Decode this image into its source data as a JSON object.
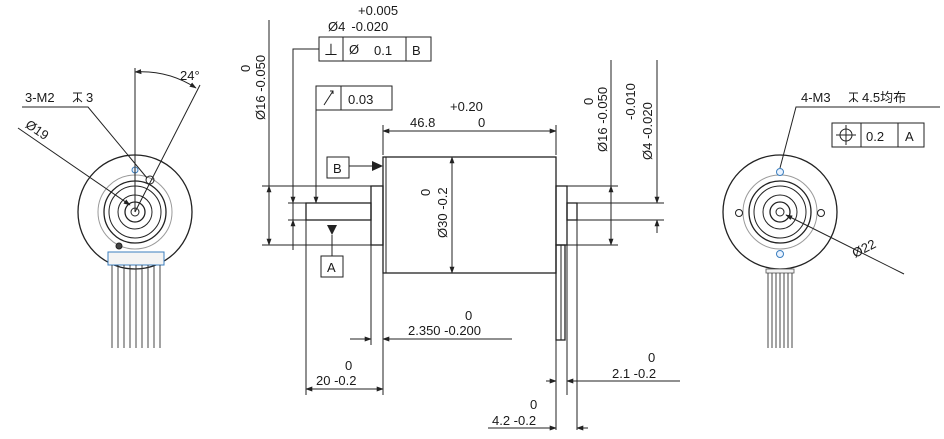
{
  "left_view": {
    "thread_label": "3-M2",
    "thread_depth": "3",
    "angle_label": "24°",
    "diameter_label": "19"
  },
  "center_view": {
    "flatness_symbol": "⊥",
    "flatness_dia": "Ø",
    "flatness_value": "0.1",
    "flatness_datum": "B",
    "runout_value": "0.03",
    "datum_b": "B",
    "datum_a": "A",
    "shaft_dia_tol_upper": "+0.005",
    "shaft_dia_nominal": "4",
    "shaft_dia_tol_lower": "-0.020",
    "boss_dia_upper": "0",
    "boss_dia_value": "16 -0.050",
    "body_length_upper": "+0.20",
    "body_length_value": "46.8",
    "body_length_lower": "0",
    "body_dia_upper": "0",
    "body_dia_value": "30 -0.2",
    "rear_boss_upper": "0",
    "rear_boss_value": "16 -0.050",
    "rear_shaft_upper": "-0.010",
    "rear_shaft_value": "4 -0.020",
    "flange_thk_upper": "0",
    "flange_thk_value": "2.350 -0.200",
    "shaft_len_upper": "0",
    "shaft_len_value": "20 -0.2",
    "rear_len_upper": "0",
    "rear_len_value": "2.1 -0.2",
    "rear_total_upper": "0",
    "rear_total_value": "4.2 -0.2"
  },
  "right_view": {
    "thread_label": "4-M3",
    "thread_depth": "4.5均布",
    "position_value": "0.2",
    "position_datum": "A",
    "diameter_label": "22"
  }
}
